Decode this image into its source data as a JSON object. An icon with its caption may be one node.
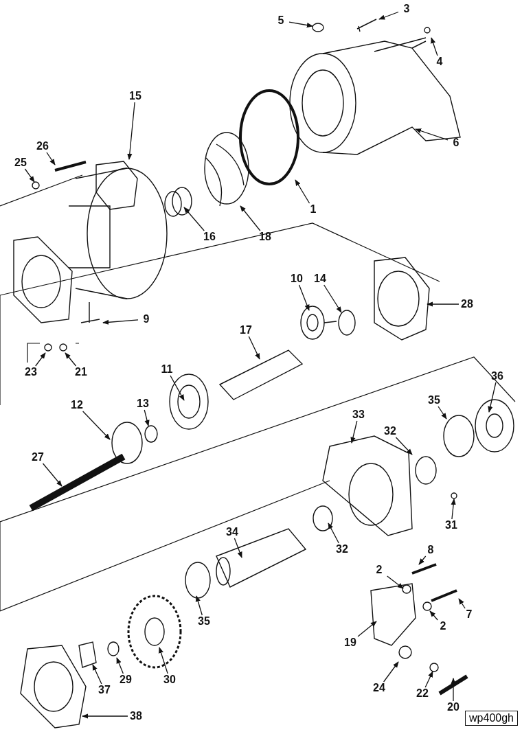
{
  "diagram": {
    "nodes": [
      {
        "text": [
          "5"
        ]
      },
      {
        "text": [
          "3"
        ]
      },
      {
        "text": [
          "4"
        ]
      },
      {
        "text": [
          "15"
        ]
      },
      {
        "text": [
          "26"
        ]
      },
      {
        "text": [
          "25"
        ]
      },
      {
        "text": [
          "6"
        ]
      },
      {
        "text": [
          "1"
        ]
      },
      {
        "text": [
          "16"
        ]
      },
      {
        "text": [
          "18"
        ]
      },
      {
        "text": [
          "9"
        ]
      },
      {
        "text": [
          "10"
        ]
      },
      {
        "text": [
          "14"
        ]
      },
      {
        "text": [
          "28"
        ]
      },
      {
        "text": [
          "17"
        ]
      },
      {
        "text": [
          "23"
        ]
      },
      {
        "text": [
          "21"
        ]
      },
      {
        "text": [
          "11"
        ]
      },
      {
        "text": [
          "12"
        ]
      },
      {
        "text": [
          "13"
        ]
      },
      {
        "text": [
          "36"
        ]
      },
      {
        "text": [
          "35"
        ]
      },
      {
        "text": [
          "33"
        ]
      },
      {
        "text": [
          "32"
        ]
      },
      {
        "text": [
          "27"
        ]
      },
      {
        "text": [
          "31"
        ]
      },
      {
        "text": [
          "34"
        ]
      },
      {
        "text": [
          "32"
        ]
      },
      {
        "text": [
          "8"
        ]
      },
      {
        "text": [
          "2"
        ]
      },
      {
        "text": [
          "7"
        ]
      },
      {
        "text": [
          "2"
        ]
      },
      {
        "text": [
          "35"
        ]
      },
      {
        "text": [
          "19"
        ]
      },
      {
        "text": [
          "37"
        ]
      },
      {
        "text": [
          "29"
        ]
      },
      {
        "text": [
          "30"
        ]
      },
      {
        "text": [
          "24"
        ]
      },
      {
        "text": [
          "22"
        ]
      },
      {
        "text": [
          "20"
        ]
      },
      {
        "text": [
          "38"
        ]
      }
    ],
    "edges": [
      {
        "from": 0,
        "to": null,
        "arrow": "to"
      },
      {
        "from": 1,
        "to": null,
        "arrow": "to"
      },
      {
        "from": 2,
        "to": null,
        "arrow": "to"
      },
      {
        "from": 3,
        "to": null,
        "arrow": "to"
      },
      {
        "from": 4,
        "to": null,
        "arrow": "to"
      },
      {
        "from": 5,
        "to": null,
        "arrow": "to"
      },
      {
        "from": 6,
        "to": null,
        "arrow": "to"
      },
      {
        "from": 7,
        "to": null,
        "arrow": "to"
      },
      {
        "from": 8,
        "to": null,
        "arrow": "to"
      },
      {
        "from": 9,
        "to": null,
        "arrow": "to"
      },
      {
        "from": 10,
        "to": null,
        "arrow": "to"
      },
      {
        "from": 11,
        "to": null,
        "arrow": "to"
      },
      {
        "from": 12,
        "to": null,
        "arrow": "to"
      },
      {
        "from": 13,
        "to": null,
        "arrow": "to"
      },
      {
        "from": 14,
        "to": null,
        "arrow": "to"
      },
      {
        "from": 15,
        "to": null,
        "arrow": "to"
      },
      {
        "from": 16,
        "to": null,
        "arrow": "to"
      },
      {
        "from": 17,
        "to": null,
        "arrow": "to"
      },
      {
        "from": 18,
        "to": null,
        "arrow": "to"
      },
      {
        "from": 19,
        "to": null,
        "arrow": "to"
      },
      {
        "from": 20,
        "to": null,
        "arrow": "to"
      },
      {
        "from": 21,
        "to": null,
        "arrow": "to"
      },
      {
        "from": 22,
        "to": null,
        "arrow": "to"
      },
      {
        "from": 23,
        "to": null,
        "arrow": "to"
      },
      {
        "from": 24,
        "to": null,
        "arrow": "to"
      },
      {
        "from": 25,
        "to": null,
        "arrow": "to"
      },
      {
        "from": 26,
        "to": null,
        "arrow": "to"
      },
      {
        "from": 27,
        "to": null,
        "arrow": "to"
      },
      {
        "from": 28,
        "to": null,
        "arrow": "to"
      },
      {
        "from": 29,
        "to": null,
        "arrow": "to"
      },
      {
        "from": 30,
        "to": null,
        "arrow": "to"
      },
      {
        "from": 31,
        "to": null,
        "arrow": "to"
      },
      {
        "from": 32,
        "to": null,
        "arrow": "to"
      },
      {
        "from": 33,
        "to": null,
        "arrow": "to"
      },
      {
        "from": 34,
        "to": null,
        "arrow": "to"
      },
      {
        "from": 35,
        "to": null,
        "arrow": "to"
      },
      {
        "from": 36,
        "to": null,
        "arrow": "to"
      },
      {
        "from": 37,
        "to": null,
        "arrow": "to"
      },
      {
        "from": 38,
        "to": null,
        "arrow": "to"
      },
      {
        "from": 39,
        "to": null,
        "arrow": "to"
      },
      {
        "from": 40,
        "to": null,
        "arrow": "to"
      }
    ],
    "labels": [
      "wp400gh"
    ]
  }
}
